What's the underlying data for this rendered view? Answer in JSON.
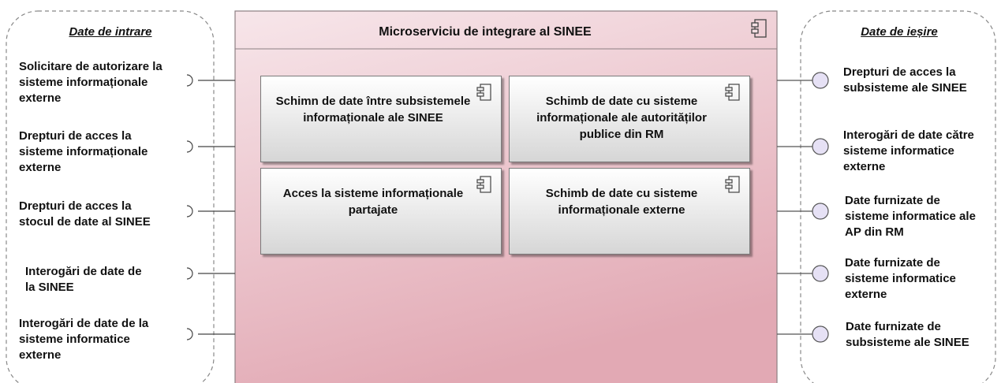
{
  "inputs_panel": {
    "title": "Date de intrare",
    "items": [
      "Solicitare de autorizare la sisteme informaționale externe",
      "Drepturi de acces la sisteme informaționale externe",
      "Drepturi de acces la stocul de date al SINEE",
      "Interogări de date de la SINEE",
      "Interogări de date de la sisteme informatice externe"
    ]
  },
  "outputs_panel": {
    "title": "Date de ieșire",
    "items": [
      "Drepturi de acces la subsisteme ale SINEE",
      "Interogări de date către sisteme informatice externe",
      "Date furnizate de sisteme informatice ale AP din RM",
      "Date furnizate de sisteme informatice externe",
      "Date furnizate de subsisteme ale SINEE"
    ]
  },
  "component": {
    "title": "Microserviciu de integrare al SINEE",
    "icon": "component-icon",
    "subcomponents": [
      "Schimn de date între subsistemele informaționale ale SINEE",
      "Schimb de date cu sisteme informaționale ale autorităților publice din RM",
      "Acces la sisteme informaționale partajate",
      "Schimb de date cu sisteme informaționale externe"
    ]
  },
  "colors": {
    "component_fill_top": "#f4dfe3",
    "component_fill_bottom": "#e3aab5",
    "component_border": "#8c7f82",
    "interface_circle": "#e6e1f5",
    "interface_border": "#555555",
    "panel_border": "#888888"
  }
}
